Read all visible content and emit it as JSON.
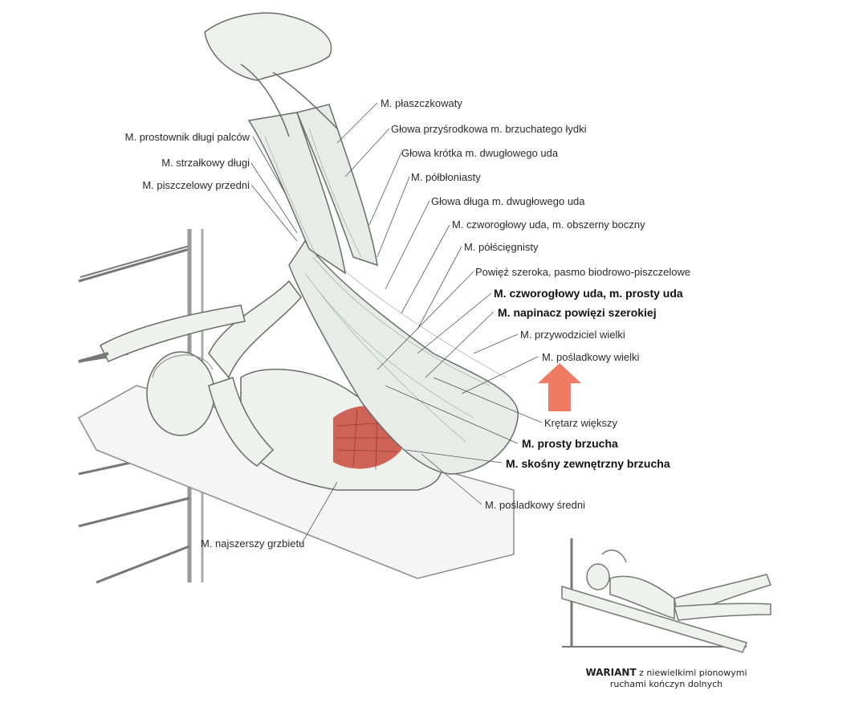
{
  "labels_left": [
    {
      "id": "prostownik",
      "text": "M. prostownik długi palców"
    },
    {
      "id": "strzalkowy",
      "text": "M. strzałkowy długi"
    },
    {
      "id": "piszczelowy",
      "text": "M. piszczelowy przedni"
    }
  ],
  "labels_right": [
    {
      "id": "plaszczkowaty",
      "text": "M. płaszczkowaty",
      "bold": false
    },
    {
      "id": "brzuchaty",
      "text": "Głowa przyśrodkowa m. brzuchatego łydki",
      "bold": false
    },
    {
      "id": "dwuglowy_krotka",
      "text": "Głowa krótka m. dwugłowego uda",
      "bold": false
    },
    {
      "id": "polbloniasty",
      "text": "M. półbłoniasty",
      "bold": false
    },
    {
      "id": "dwuglowy_dluga",
      "text": "Głowa długa m. dwugłowego uda",
      "bold": false
    },
    {
      "id": "obszerny",
      "text": "M. czworogłowy uda, m. obszerny boczny",
      "bold": false
    },
    {
      "id": "polscięgnisty",
      "text": "M. półścięgnisty",
      "bold": false
    },
    {
      "id": "powiez",
      "text": "Powięź szeroka, pasmo biodrowo-piszczelowe",
      "bold": false
    },
    {
      "id": "prosty_uda",
      "text": "M. czworogłowy uda, m. prosty uda",
      "bold": true
    },
    {
      "id": "napinacz",
      "text": "M. napinacz powięzi szerokiej",
      "bold": true
    },
    {
      "id": "przywodziciel",
      "text": "M. przywodziciel wielki",
      "bold": false
    },
    {
      "id": "posladkowy_wielki",
      "text": "M. pośladkowy wielki",
      "bold": false
    },
    {
      "id": "kretarz",
      "text": "Krętarz większy",
      "bold": false
    },
    {
      "id": "prosty_brzucha",
      "text": "M. prosty brzucha",
      "bold": true
    },
    {
      "id": "skosny",
      "text": "M. skośny zewnętrzny brzucha",
      "bold": true
    },
    {
      "id": "posladkowy_sredni",
      "text": "M. pośladkowy średni",
      "bold": false
    }
  ],
  "label_bottom": {
    "id": "najszerszy",
    "text": "M. najszerszy grzbietu"
  },
  "caption": {
    "title": "WARIANT",
    "line1": "z niewielkimi pionowymi",
    "line2": "ruchami kończyn dolnych"
  },
  "colors": {
    "line": "#555555",
    "muscle_red": "#c94a3c",
    "arrow": "#ef7b64",
    "skin": "#eef1ee",
    "outline": "#6b6b6b"
  }
}
